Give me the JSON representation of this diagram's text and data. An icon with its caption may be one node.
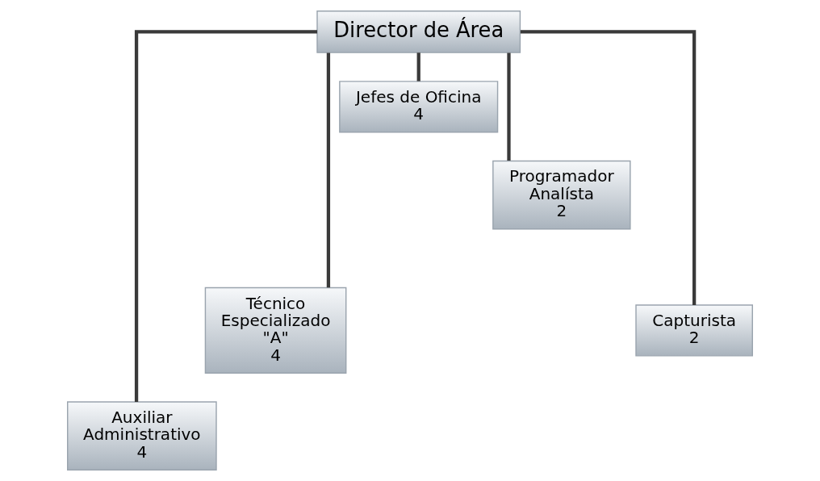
{
  "diagram": {
    "nodes": [
      {
        "text": [
          "Director de Área"
        ]
      },
      {
        "text": [
          "Auxiliar Administrativo",
          "4"
        ]
      },
      {
        "text": [
          "Técnico Especializado \"A\"",
          "4"
        ]
      },
      {
        "text": [
          "Jefes de Oficina",
          "4"
        ]
      },
      {
        "text": [
          "Programador Analísta",
          "2"
        ]
      },
      {
        "text": [
          "Capturista",
          "2"
        ]
      }
    ],
    "edges": [
      {
        "from": 0,
        "to": 1,
        "arrow": "none"
      },
      {
        "from": 0,
        "to": 2,
        "arrow": "none"
      },
      {
        "from": 0,
        "to": 3,
        "arrow": "none"
      },
      {
        "from": 0,
        "to": 4,
        "arrow": "none"
      },
      {
        "from": 0,
        "to": 5,
        "arrow": "none"
      }
    ]
  }
}
